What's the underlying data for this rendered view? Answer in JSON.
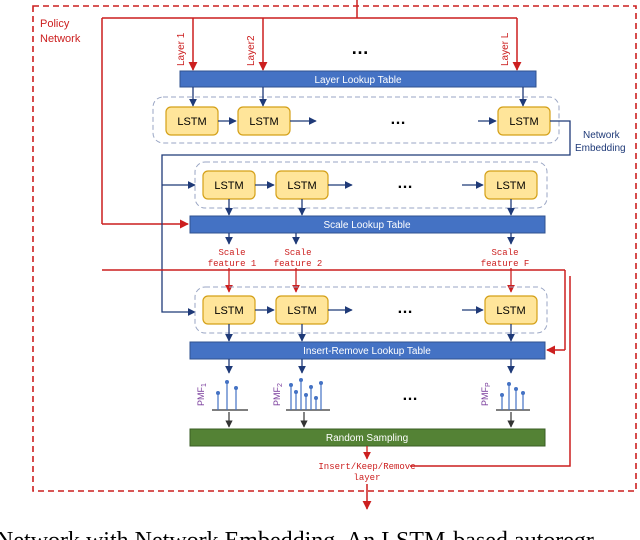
{
  "policy_label": [
    "Policy",
    "Network"
  ],
  "layer_inputs": [
    "Layer 1",
    "Layer2",
    "Layer L"
  ],
  "ellipsis": "…",
  "layer_lookup": "Layer Lookup Table",
  "scale_lookup": "Scale Lookup Table",
  "insert_remove_lookup": "Insert-Remove Lookup Table",
  "random_sampling": "Random Sampling",
  "lstm": "LSTM",
  "network_embedding": [
    "Network",
    "Embedding"
  ],
  "scale_features": [
    [
      "Scale",
      "feature 1"
    ],
    [
      "Scale",
      "feature 2"
    ],
    [
      "Scale",
      "feature F"
    ]
  ],
  "pmf": [
    {
      "base": "PMF",
      "sub": "1"
    },
    {
      "base": "PMF",
      "sub": "2"
    },
    {
      "base": "PMF",
      "sub": "P"
    }
  ],
  "output_label": [
    "Insert/Keep/Remove",
    "layer"
  ],
  "caption": "Network with Network Embedding. An LSTM-based autoregr",
  "colors": {
    "red": "#cc1f1f",
    "navy": "#1f3a78",
    "blue_bar": "#4472c4",
    "lstm_fill": "#ffe59a",
    "lstm_border": "#d4a017",
    "green_bar": "#548235",
    "pmf_purple": "#7a3d9c"
  }
}
